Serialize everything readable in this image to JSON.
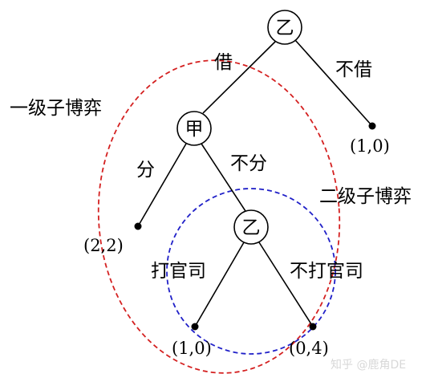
{
  "nodes": {
    "root": {
      "label": "乙"
    },
    "first": {
      "label": "甲"
    },
    "second": {
      "label": "乙"
    }
  },
  "edges": {
    "borrow": "借",
    "not_borrow": "不借",
    "split": "分",
    "not_split": "不分",
    "sue": "打官司",
    "not_sue": "不打官司"
  },
  "payoffs": {
    "not_borrow": "(1,0)",
    "split": "(2,2)",
    "sue": "(1,0)",
    "not_sue": "(0,4)"
  },
  "subgames": {
    "level1": {
      "label": "一级子博弈",
      "color": "#d42020"
    },
    "level2": {
      "label": "二级子博弈",
      "color": "#2020c8"
    }
  },
  "watermark": "知乎 @鹿角DE"
}
